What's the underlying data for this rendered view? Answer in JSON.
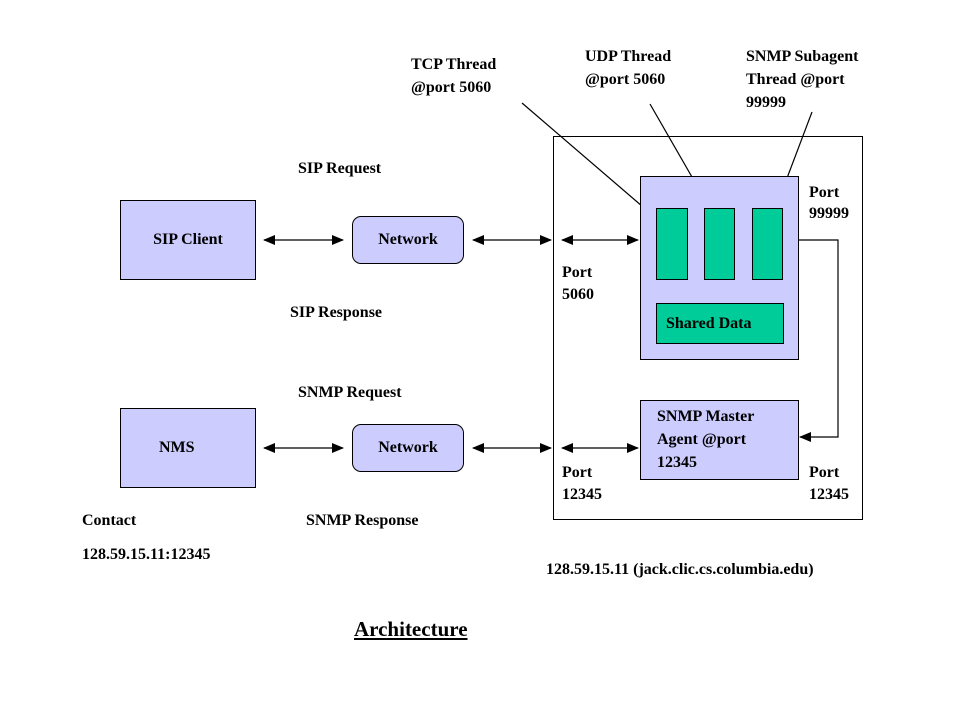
{
  "diagram": {
    "thread_labels": {
      "tcp": [
        "TCP Thread",
        "@port 5060"
      ],
      "udp": [
        "UDP Thread",
        "@port 5060"
      ],
      "snmp_subagent": [
        "SNMP Subagent",
        "Thread @port",
        "99999"
      ]
    },
    "sip_request": "SIP Request",
    "sip_response": "SIP Response",
    "snmp_request": "SNMP Request",
    "snmp_response": "SNMP Response",
    "sip_client": "SIP Client",
    "network": "Network",
    "nms": "NMS",
    "shared_data": "Shared Data",
    "snmp_master": [
      "SNMP Master",
      "Agent @port",
      "12345"
    ],
    "port_99999": [
      "Port",
      "99999"
    ],
    "port_5060": [
      "Port",
      "5060"
    ],
    "port_12345_left": [
      "Port",
      "12345"
    ],
    "port_12345_right": [
      "Port",
      "12345"
    ],
    "contact_label": "Contact",
    "contact_address": "128.59.15.11:12345",
    "host_address": "128.59.15.11 (jack.clic.cs.columbia.edu)",
    "title": "Architecture",
    "colors": {
      "box_fill": "#ccccff",
      "thread_fill": "#00cc99",
      "line": "#000000"
    }
  }
}
